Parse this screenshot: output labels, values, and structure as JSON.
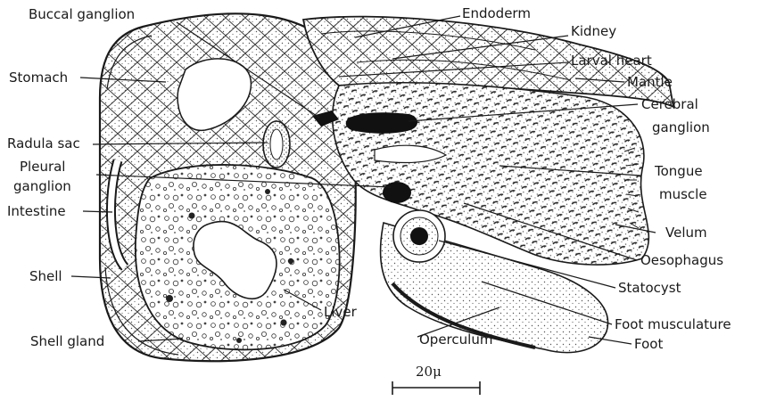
{
  "diagram": {
    "labels": {
      "buccal_ganglion": "Buccal ganglion",
      "endoderm": "Endoderm",
      "kidney": "Kidney",
      "larval_heart": "Larval heart",
      "mantle": "Mantle",
      "stomach": "Stomach",
      "cerebral_ganglion_1": "Cerebral",
      "cerebral_ganglion_2": "ganglion",
      "radula_sac": "Radula sac",
      "pleural_ganglion_1": "Pleural",
      "pleural_ganglion_2": "ganglion",
      "tongue_muscle_1": "Tongue",
      "tongue_muscle_2": "muscle",
      "intestine": "Intestine",
      "velum": "Velum",
      "oesophagus": "Oesophagus",
      "shell": "Shell",
      "statocyst": "Statocyst",
      "liver": "Liver",
      "foot_musculature": "Foot musculature",
      "shell_gland": "Shell gland",
      "operculum": "Operculum",
      "foot": "Foot"
    },
    "scale_bar": "20μ",
    "colors": {
      "ink": "#1a1a1a",
      "paper": "#ffffff",
      "stipple": "#555555"
    }
  }
}
